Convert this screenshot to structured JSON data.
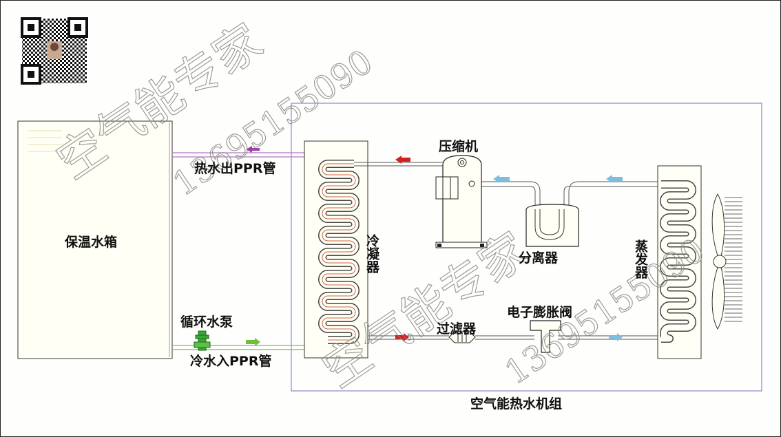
{
  "labels": {
    "tank": "保温水箱",
    "hot_out_pipe": "热水出PPR管",
    "cold_in_pipe": "冷水入PPR管",
    "pump": "循环水泵",
    "compressor": "压缩机",
    "condenser": "冷凝器",
    "separator": "分离器",
    "evaporator": "蒸发器",
    "filter": "过滤器",
    "exp_valve": "电子膨胀阀",
    "unit": "空气能热水机组"
  },
  "watermark": {
    "brand": "空气能专家",
    "phone": "13695155090"
  },
  "colors": {
    "hot_arrow": "#a040a8",
    "red_arrow": "#d02020",
    "blue_arrow": "#7fbde0",
    "green_arrow": "#6cc038",
    "pump_green": "#3aa830",
    "coil_red": "#d06040",
    "outline": "#111111",
    "unit_border": "#7070c8"
  },
  "icons": [
    "qr-code-icon",
    "fan-icon"
  ]
}
